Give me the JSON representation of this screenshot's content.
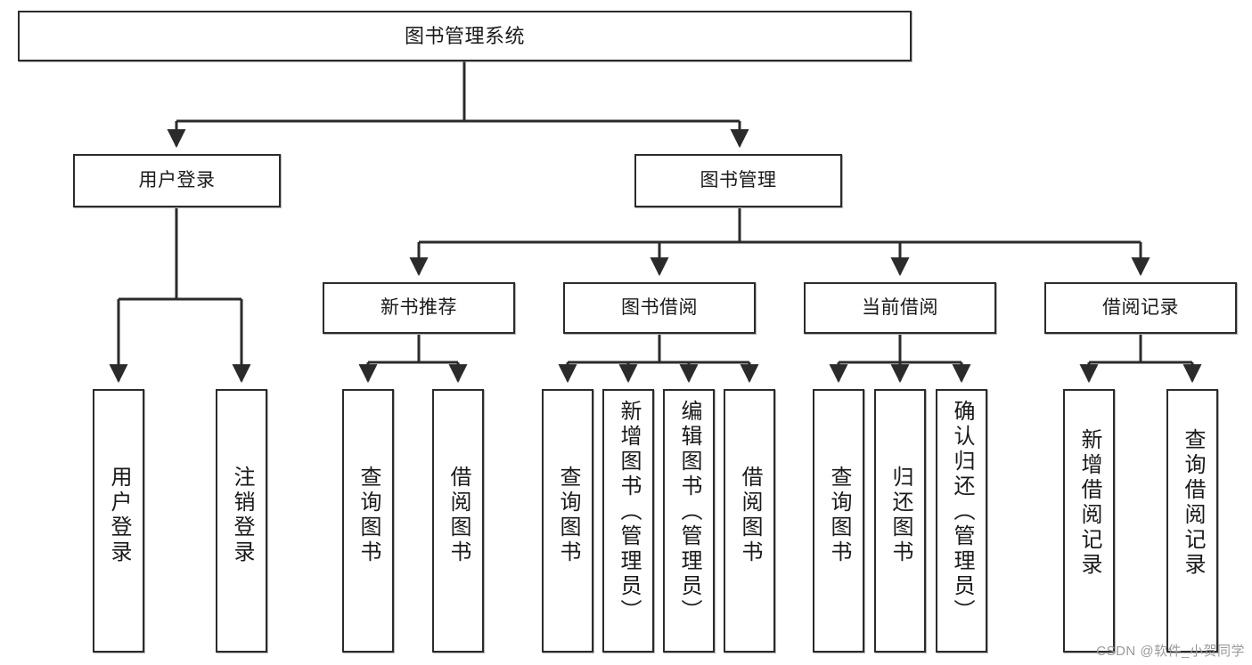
{
  "diagram": {
    "type": "tree-hierarchy",
    "title": "图书管理系统",
    "orientation": "top-down",
    "root": {
      "id": "root",
      "label": "图书管理系统",
      "text_orientation": "horizontal"
    },
    "level2": [
      {
        "id": "user-login",
        "label": "用户登录",
        "text_orientation": "horizontal"
      },
      {
        "id": "book-manage",
        "label": "图书管理",
        "text_orientation": "horizontal"
      }
    ],
    "level3": [
      {
        "id": "new-book-recommend",
        "label": "新书推荐",
        "text_orientation": "horizontal",
        "parent": "book-manage"
      },
      {
        "id": "book-borrow",
        "label": "图书借阅",
        "text_orientation": "horizontal",
        "parent": "book-manage"
      },
      {
        "id": "current-borrow",
        "label": "当前借阅",
        "text_orientation": "horizontal",
        "parent": "book-manage"
      },
      {
        "id": "borrow-record",
        "label": "借阅记录",
        "text_orientation": "horizontal",
        "parent": "book-manage"
      }
    ],
    "leaves": [
      {
        "id": "leaf-user-login",
        "label": "用户登录",
        "parent": "user-login",
        "text_orientation": "vertical"
      },
      {
        "id": "leaf-logout-login",
        "label": "注销登录",
        "parent": "user-login",
        "text_orientation": "vertical"
      },
      {
        "id": "leaf-query-book-rec",
        "label": "查询图书",
        "parent": "new-book-recommend",
        "text_orientation": "vertical"
      },
      {
        "id": "leaf-borrow-book-rec",
        "label": "借阅图书",
        "parent": "new-book-recommend",
        "text_orientation": "vertical"
      },
      {
        "id": "leaf-query-book-borrow",
        "label": "查询图书",
        "parent": "book-borrow",
        "text_orientation": "vertical"
      },
      {
        "id": "leaf-add-book-admin",
        "label": "新增图书（管理员）",
        "parent": "book-borrow",
        "text_orientation": "vertical"
      },
      {
        "id": "leaf-edit-book-admin",
        "label": "编辑图书（管理员）",
        "parent": "book-borrow",
        "text_orientation": "vertical"
      },
      {
        "id": "leaf-borrow-book",
        "label": "借阅图书",
        "parent": "book-borrow",
        "text_orientation": "vertical"
      },
      {
        "id": "leaf-query-book-current",
        "label": "查询图书",
        "parent": "current-borrow",
        "text_orientation": "vertical"
      },
      {
        "id": "leaf-return-book",
        "label": "归还图书",
        "parent": "current-borrow",
        "text_orientation": "vertical"
      },
      {
        "id": "leaf-confirm-return-admin",
        "label": "确认归还（管理员）",
        "parent": "current-borrow",
        "text_orientation": "vertical"
      },
      {
        "id": "leaf-add-borrow-record",
        "label": "新增借阅记录",
        "parent": "borrow-record",
        "text_orientation": "vertical"
      },
      {
        "id": "leaf-query-borrow-record",
        "label": "查询借阅记录",
        "parent": "borrow-record",
        "text_orientation": "vertical"
      }
    ]
  },
  "watermark": {
    "text": "CSDN @软件_小贺同学"
  },
  "colors": {
    "stroke": "#2b2b2b",
    "fill": "#ffffff",
    "text": "#1a1a1a",
    "watermark": "#9a9a9a"
  }
}
